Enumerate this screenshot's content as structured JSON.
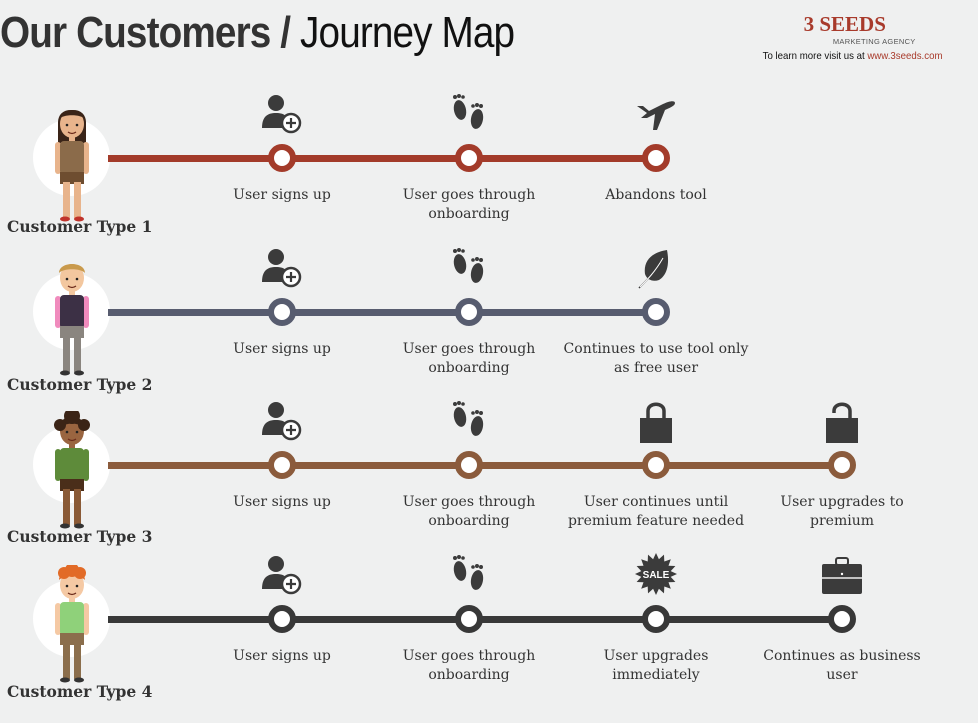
{
  "header": {
    "title_bold": "Our Customers /",
    "title_light": " Journey Map"
  },
  "brand": {
    "logo": "3 SEEDS",
    "subtitle": "MARKETING AGENCY",
    "learn_text": "To learn more visit us at ",
    "url": "www.3seeds.com"
  },
  "customers": [
    {
      "name": "Customer Type 1",
      "color": "#a33b2a",
      "steps": [
        {
          "icon": "user-add-icon",
          "label": "User signs up"
        },
        {
          "icon": "footprints-icon",
          "label": "User goes through onboarding"
        },
        {
          "icon": "airplane-icon",
          "label": "Abandons tool"
        }
      ]
    },
    {
      "name": "Customer Type 2",
      "color": "#575c6f",
      "steps": [
        {
          "icon": "user-add-icon",
          "label": "User signs up"
        },
        {
          "icon": "footprints-icon",
          "label": "User goes through onboarding"
        },
        {
          "icon": "leaf-icon",
          "label": "Continues to use tool only as free user"
        }
      ]
    },
    {
      "name": "Customer Type 3",
      "color": "#8b5b3c",
      "steps": [
        {
          "icon": "user-add-icon",
          "label": "User signs up"
        },
        {
          "icon": "footprints-icon",
          "label": "User goes through onboarding"
        },
        {
          "icon": "lock-closed-icon",
          "label": "User continues until premium feature needed"
        },
        {
          "icon": "lock-open-icon",
          "label": "User upgrades to premium"
        }
      ]
    },
    {
      "name": "Customer Type 4",
      "color": "#383838",
      "steps": [
        {
          "icon": "user-add-icon",
          "label": "User signs up"
        },
        {
          "icon": "footprints-icon",
          "label": "User goes through onboarding"
        },
        {
          "icon": "sale-badge-icon",
          "label": "User upgrades immediately",
          "badge_text": "SALE"
        },
        {
          "icon": "briefcase-icon",
          "label": "Continues as business user"
        }
      ]
    }
  ]
}
